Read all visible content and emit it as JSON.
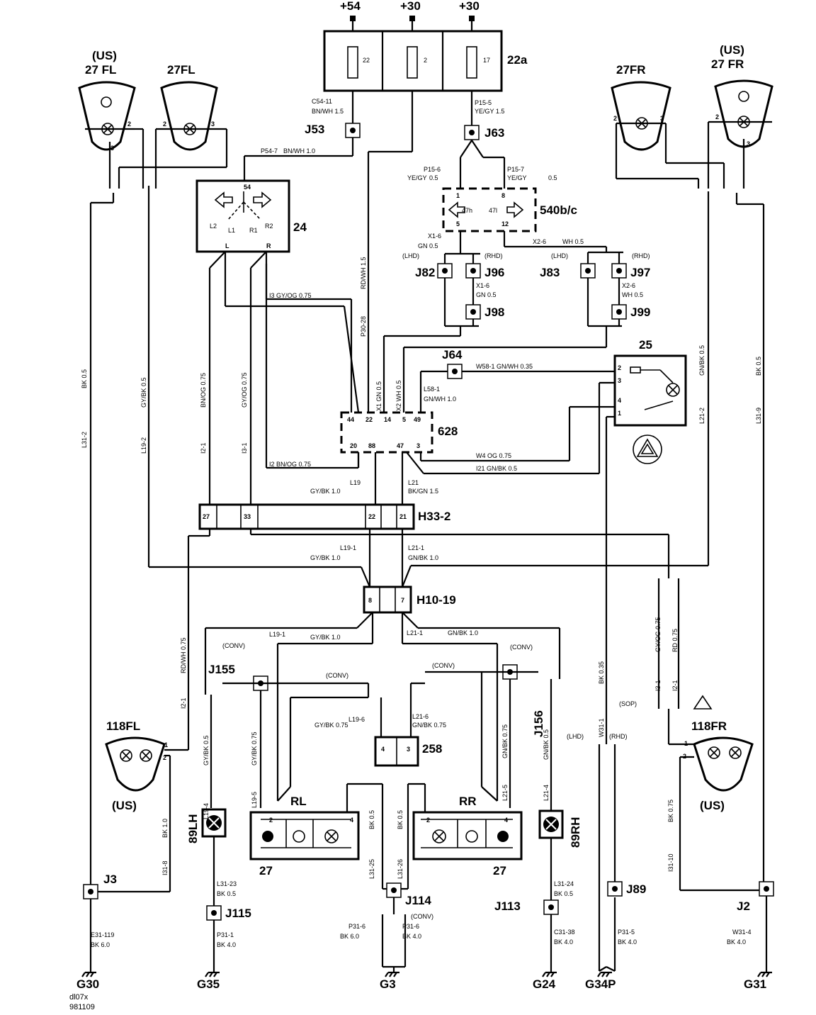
{
  "power": [
    "+54",
    "+30",
    "+30"
  ],
  "fuses": {
    "f1": "22",
    "f2": "2",
    "f3": "17",
    "box": "22a"
  },
  "lamps": {
    "us_fl_top": "(US)",
    "us_fl": "27  FL",
    "fl": "27FL",
    "fr": "27FR",
    "us_fr_top": "(US)",
    "us_fr": "27  FR",
    "fl118": "118FL",
    "fl118_us": "(US)",
    "fr118": "118FR",
    "fr118_us": "(US)",
    "rl": "RL",
    "rl_num": "27",
    "rr": "RR",
    "rr_num": "27",
    "lh89": "89LH",
    "rh89": "89RH"
  },
  "components": {
    "relay24": "24",
    "relay24_pins": [
      "54",
      "L1",
      "R1",
      "L2",
      "R2",
      "L",
      "R"
    ],
    "unit540": "540b/c",
    "unit540_pins": [
      "1",
      "8",
      "47h",
      "47l",
      "5",
      "12"
    ],
    "sw25": "25",
    "mod628": "628",
    "mod628_top_pins": [
      "44",
      "22",
      "14",
      "5",
      "49"
    ],
    "mod628_bot_pins": [
      "20",
      "88",
      "47",
      "3"
    ],
    "h33": "H33-2",
    "h33_pins": [
      "27",
      "33",
      "22",
      "21"
    ],
    "h10": "H10-19",
    "h10_pins": [
      "8",
      "7"
    ],
    "c258": "258",
    "c258_pins": [
      "4",
      "3"
    ]
  },
  "joints": [
    "J53",
    "J63",
    "J82",
    "J96",
    "J83",
    "J97",
    "J98",
    "J99",
    "J64",
    "J155",
    "J156",
    "J3",
    "J115",
    "J114",
    "J113",
    "J89",
    "J2"
  ],
  "grounds": [
    "G30",
    "G35",
    "G3",
    "G24",
    "G34P",
    "G31"
  ],
  "wire_labels": {
    "c54": "C54-11",
    "bnwh15": "BN/WH       1.5",
    "p54": "P54-7",
    "bnwh10": "BN/WH       1.0",
    "p15_5": "P15-5",
    "yegy15": "YE/GY       1.5",
    "p15_6": "P15-6",
    "yegy05a": "YE/GY",
    "p15_7": "P15-7",
    "yegy05b": "YE/GY",
    "v05": "0.5",
    "x1_6": "X1-6",
    "gn05": "GN     0.5",
    "x2_6": "X2-6",
    "wh05": "WH     0.5",
    "lhd": "(LHD)",
    "rhd": "(RHD)",
    "x1_6b": "X1-6",
    "gn05b": "GN      0.5",
    "x2_6b": "X2-6",
    "wh05b": "WH      0.5",
    "i3": "I3     GY/OG      0.75",
    "w58": "W58-1           GN/WH      0.35",
    "l58": "L58-1",
    "gnwh10": "GN/WH          1.0",
    "i2": "I2      BN/OG          0.75",
    "w4": "W4     OG      0.75",
    "i21": "I21          GN/BK          0.5",
    "l19": "L19",
    "gybk10": "GY/BK      1.0",
    "l21": "L21",
    "bkgn15": "BK/GN      1.5",
    "l19_1": "L19-1",
    "gybk10b": "GY/BK       1.0",
    "l21_1": "L21-1",
    "gnbk10": "GN/BK       1.0",
    "l19_1c": "L19-1",
    "gybk10c": "GY/BK          1.0",
    "l21_1c": "L21-1",
    "gnbk10c": "GN/BK          1.0",
    "conv": "(CONV)",
    "l19_6": "L19-6",
    "gybk075": "GY/BK      0.75",
    "l21_6": "L21-6",
    "gnbk075": "GN/BK      0.75",
    "l31_23": "L31-23",
    "bk05": "BK      0.5",
    "l31_24": "L31-24",
    "bk05b": "BK     0.5",
    "e31": "E31-119",
    "bk60": "BK       6.0",
    "p31_1": "P31-1",
    "bk40": "BK      4.0",
    "p31_6": "P31-6",
    "bk60b": "BK       6.0",
    "p31_6b": "P31-6",
    "bk40b": "BK       4.0",
    "c31": "C31-38",
    "bk40c": "BK      4.0",
    "p31_5": "P31-5",
    "bk40d": "BK       4.0",
    "w31_4": "W31-4",
    "bk40e": "BK      4.0",
    "sop": "(SOP)"
  },
  "footer": [
    "dl07x",
    "981109"
  ]
}
